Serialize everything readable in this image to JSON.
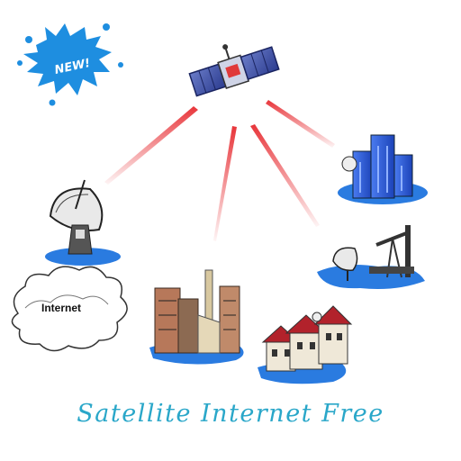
{
  "badge": {
    "text": "NEW!"
  },
  "cloud": {
    "label": "Internet"
  },
  "caption": "Satellite Internet Free",
  "colors": {
    "accent": "#2aa7c9",
    "splash": "#1e8ee0",
    "beam": "#e8353a",
    "ground": "#2a7be0"
  }
}
